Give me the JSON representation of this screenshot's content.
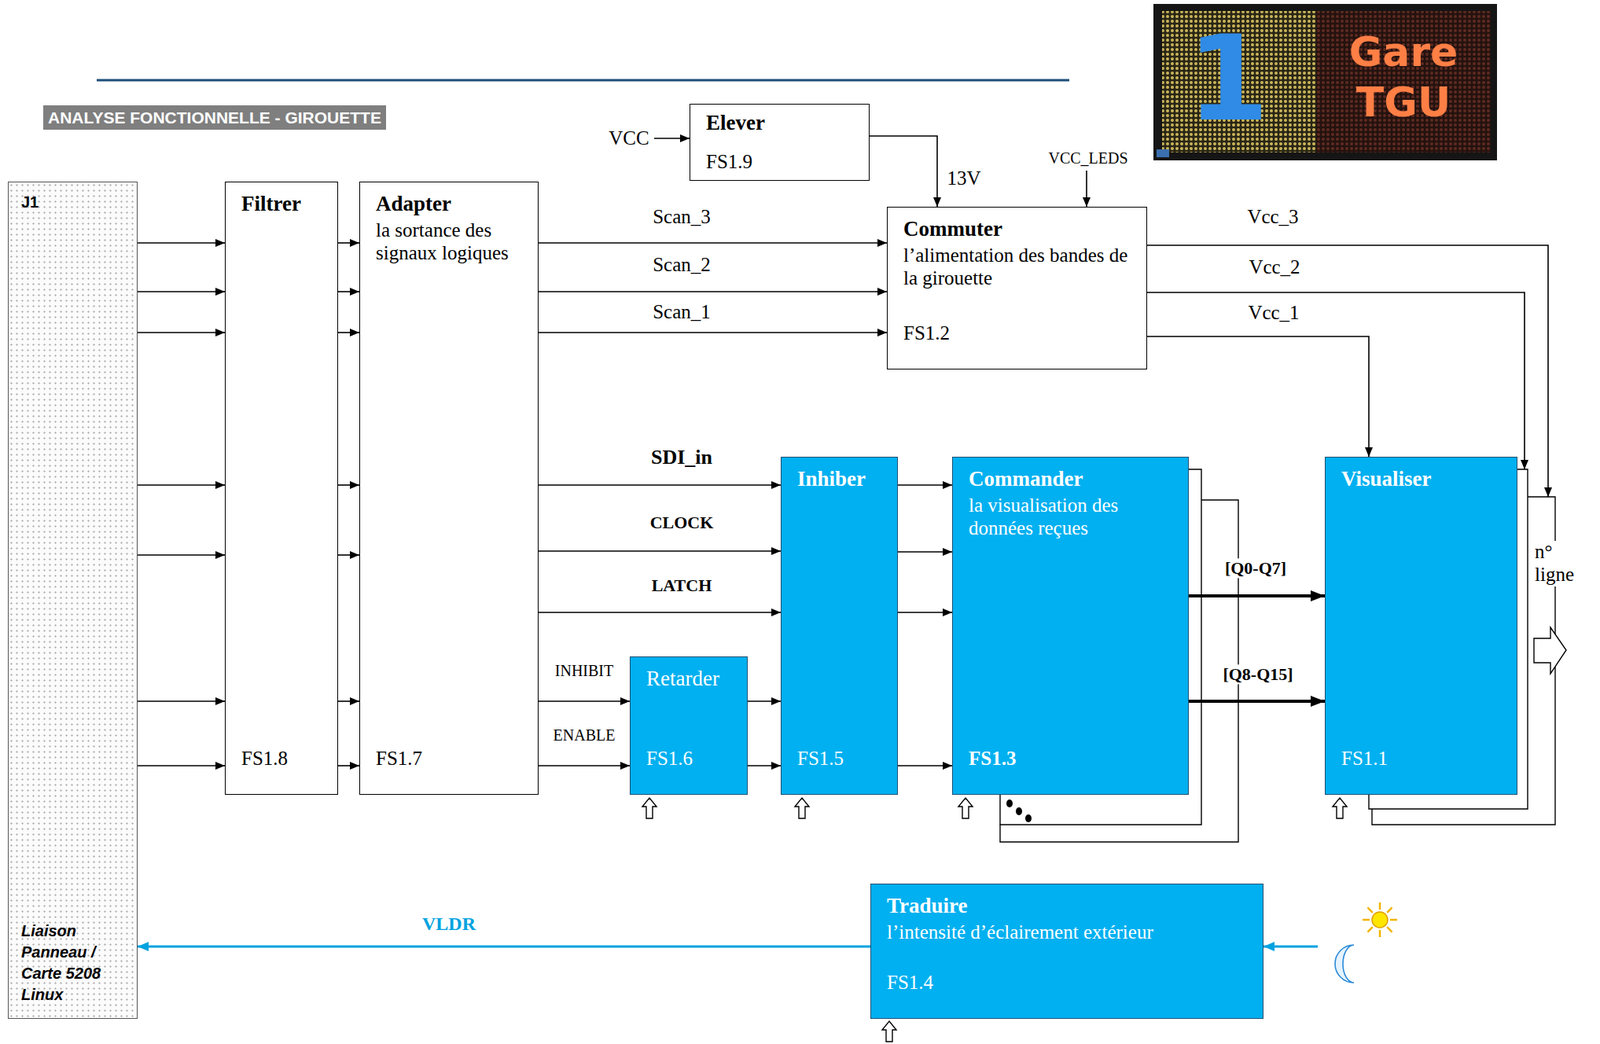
{
  "diagram": {
    "title": "ANALYSE FONCTIONNELLE - GIROUETTE",
    "nodes": [
      {
        "text": [
          "J1",
          "Liaison Panneau / Carte 5208 Linux"
        ]
      },
      {
        "text": [
          "Filtrer",
          "FS1.8"
        ]
      },
      {
        "text": [
          "Adapter",
          "la sortance des signaux logiques",
          "FS1.7"
        ]
      },
      {
        "text": [
          "Elever",
          "FS1.9"
        ]
      },
      {
        "text": [
          "Commuter",
          "l’alimentation des bandes de la girouette",
          "FS1.2"
        ]
      },
      {
        "text": [
          "Retarder",
          "FS1.6"
        ]
      },
      {
        "text": [
          "Inhiber",
          "FS1.5"
        ]
      },
      {
        "text": [
          "Commander",
          "la visualisation des données reçues",
          "FS1.3"
        ]
      },
      {
        "text": [
          "Visualiser",
          "FS1.1"
        ]
      },
      {
        "text": [
          "Traduire",
          "l’intensité d’éclairement extérieur",
          "FS1.4"
        ]
      }
    ],
    "edges": [
      {
        "from": 0,
        "to": 1,
        "arrow": "to"
      },
      {
        "from": 0,
        "to": 1,
        "arrow": "to"
      },
      {
        "from": 0,
        "to": 1,
        "arrow": "to"
      },
      {
        "from": 0,
        "to": 1,
        "arrow": "to"
      },
      {
        "from": 0,
        "to": 1,
        "arrow": "to"
      },
      {
        "from": 0,
        "to": 1,
        "arrow": "to"
      },
      {
        "from": 0,
        "to": 1,
        "arrow": "to"
      },
      {
        "from": 1,
        "to": 2,
        "arrow": "to"
      },
      {
        "from": 1,
        "to": 2,
        "arrow": "to"
      },
      {
        "from": 1,
        "to": 2,
        "arrow": "to"
      },
      {
        "from": 1,
        "to": 2,
        "arrow": "to"
      },
      {
        "from": 1,
        "to": 2,
        "arrow": "to"
      },
      {
        "from": 1,
        "to": 2,
        "arrow": "to"
      },
      {
        "from": 1,
        "to": 2,
        "arrow": "to"
      },
      {
        "from": 2,
        "to": 4,
        "label": "Scan_3",
        "arrow": "to"
      },
      {
        "from": 2,
        "to": 4,
        "label": "Scan_2",
        "arrow": "to"
      },
      {
        "from": 2,
        "to": 4,
        "label": "Scan_1",
        "arrow": "to"
      },
      {
        "from": 2,
        "to": 6,
        "label": "SDI_in",
        "arrow": "to"
      },
      {
        "from": 2,
        "to": 6,
        "label": "CLOCK",
        "arrow": "to"
      },
      {
        "from": 2,
        "to": 6,
        "label": "LATCH",
        "arrow": "to"
      },
      {
        "from": 2,
        "to": 5,
        "label": "INHIBIT",
        "arrow": "to"
      },
      {
        "from": 2,
        "to": 5,
        "label": "ENABLE",
        "arrow": "to"
      },
      {
        "from": 5,
        "to": 6,
        "arrow": "to"
      },
      {
        "from": 5,
        "to": 6,
        "arrow": "to"
      },
      {
        "from": 6,
        "to": 7,
        "arrow": "to"
      },
      {
        "from": 6,
        "to": 7,
        "arrow": "to"
      },
      {
        "from": 6,
        "to": 7,
        "arrow": "to"
      },
      {
        "from": 6,
        "to": 7,
        "arrow": "to"
      },
      {
        "from": 7,
        "to": 8,
        "label": "[Q0-Q7]",
        "arrow": "to"
      },
      {
        "from": 7,
        "to": 8,
        "label": "[Q8-Q15]",
        "arrow": "to"
      },
      {
        "from": 3,
        "to": 4,
        "label": "13V",
        "arrow": "to"
      },
      {
        "from": 4,
        "to": 8,
        "label": "Vcc_3",
        "arrow": "to"
      },
      {
        "from": 4,
        "to": 8,
        "label": "Vcc_2",
        "arrow": "to"
      },
      {
        "from": 4,
        "to": 8,
        "label": "Vcc_1",
        "arrow": "to"
      },
      {
        "from": 9,
        "to": 0,
        "label": "VLDR",
        "arrow": "to"
      }
    ],
    "labels": [
      "1",
      "Gare",
      "TGU",
      "VCC",
      "VCC_LEDS",
      "n° ligne"
    ]
  }
}
